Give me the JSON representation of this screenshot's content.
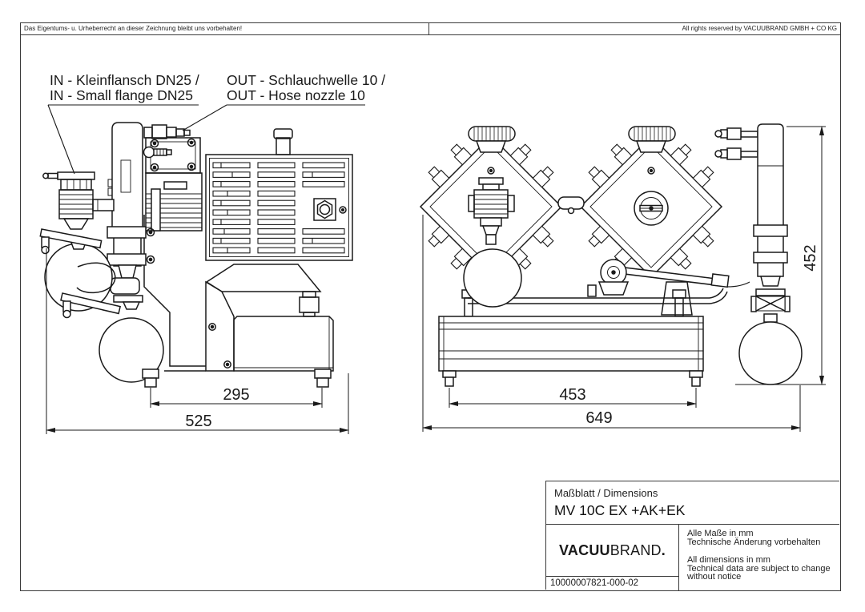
{
  "header": {
    "left": "Das Eigentums- u. Urheberrecht an dieser Zeichnung bleibt uns vorbehalten!",
    "right": "All rights reserved by VACUUBRAND GMBH + CO KG"
  },
  "labels": {
    "in_line1": "IN - Kleinflansch DN25 /",
    "in_line2": "IN - Small flange DN25",
    "out_line1": "OUT - Schlauchwelle 10 /",
    "out_line2": "OUT - Hose nozzle 10"
  },
  "dimensions": {
    "left_view_inner": "295",
    "left_view_overall": "525",
    "front_view_inner": "453",
    "front_view_overall": "649",
    "front_view_height": "452"
  },
  "title_block": {
    "doc_type": "Maßblatt / Dimensions",
    "model": "MV 10C EX +AK+EK",
    "brand_bold": "VACUU",
    "brand_regular": "BRAND",
    "brand_dot": ".",
    "note_de_1": "Alle Maße in mm",
    "note_de_2": "Technische Änderung vorbehalten",
    "note_en_1": "All dimensions in mm",
    "note_en_2": "Technical data are subject to change",
    "note_en_3": "without notice",
    "part_number": "10000007821-000-02"
  },
  "colors": {
    "line": "#1a1a1a",
    "background": "#ffffff"
  }
}
